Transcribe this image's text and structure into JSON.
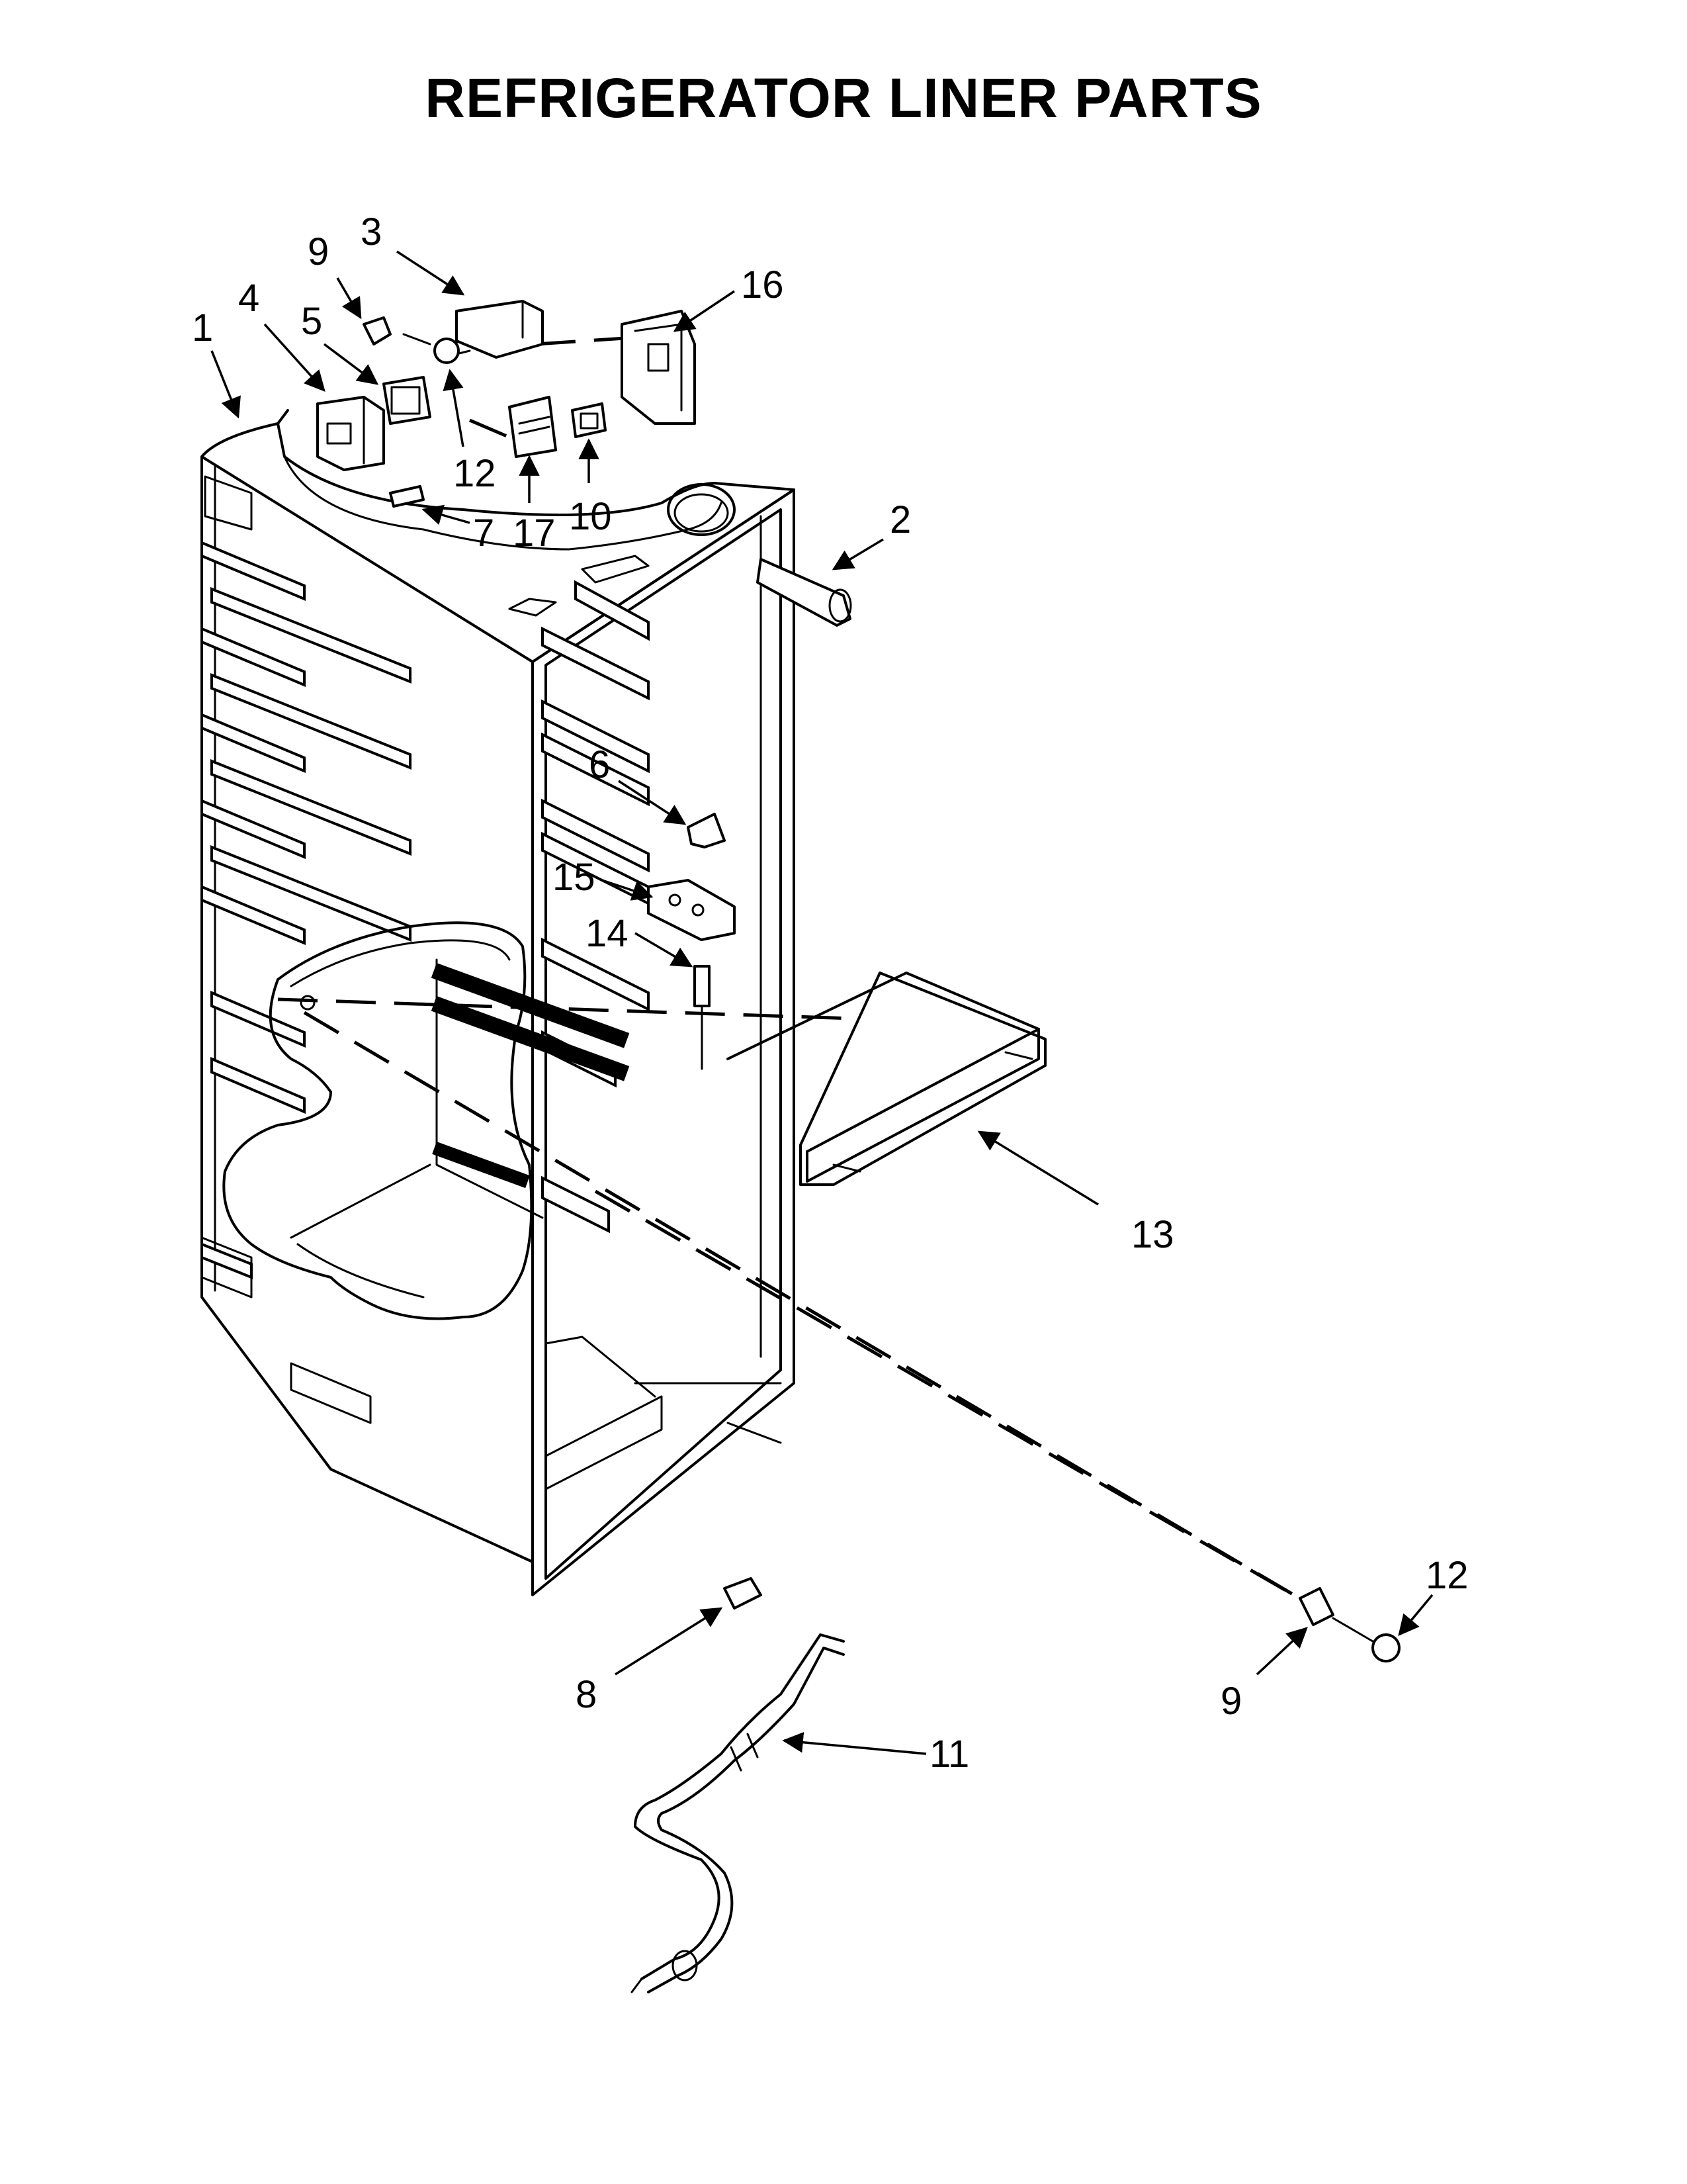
{
  "title": "REFRIGERATOR LINER PARTS",
  "callouts": [
    "1",
    "2",
    "3",
    "4",
    "5",
    "6",
    "7",
    "8",
    "9",
    "10",
    "11",
    "12",
    "12",
    "13",
    "14",
    "15",
    "16",
    "17",
    "9"
  ]
}
